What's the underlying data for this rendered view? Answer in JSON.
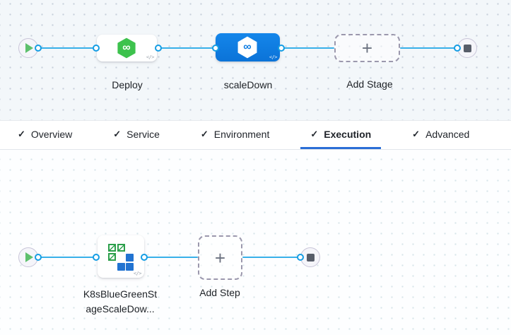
{
  "glyphs": {
    "check": "✓",
    "plus": "+",
    "infinity": "∞",
    "code": "</>"
  },
  "stage_pipeline": {
    "stages": [
      {
        "label": "Deploy",
        "selected": false
      },
      {
        "label": "scaleDown",
        "selected": true
      }
    ],
    "add_stage_label": "Add Stage"
  },
  "tabs": {
    "items": [
      {
        "label": "Overview"
      },
      {
        "label": "Service"
      },
      {
        "label": "Environment"
      },
      {
        "label": "Execution"
      },
      {
        "label": "Advanced"
      }
    ],
    "active_label": "Execution"
  },
  "step_pipeline": {
    "steps": [
      {
        "label_line1": "K8sBlueGreenSt",
        "label_line2": "ageScaleDow..."
      }
    ],
    "add_step_label": "Add Step"
  },
  "colors": {
    "selected_stage_blue": "#0d7ce2",
    "edge_blue": "#38b0e9",
    "port_blue": "#149de4",
    "cd_green": "#3dc24d",
    "k8s_green": "#2da04c",
    "k8s_blue": "#2173d1",
    "active_tab_underline": "#2b6ed6"
  }
}
